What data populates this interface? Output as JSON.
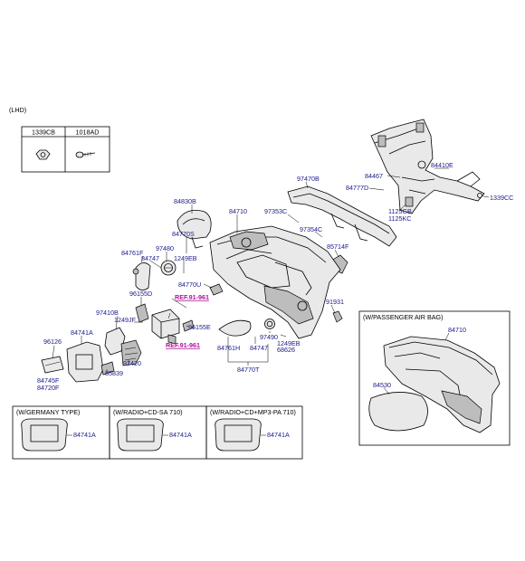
{
  "header": {
    "variant": "(LHD)"
  },
  "fastener_table": {
    "headers": [
      "1339CB",
      "1018AD"
    ]
  },
  "main_labels": {
    "l84410E": "84410E",
    "l84467": "84467",
    "l84777D": "84777D",
    "l1339CC": "1339CC",
    "l1125GB": "1125GB",
    "l1125KC": "1125KC",
    "l97470B": "97470B",
    "l84830B": "84830B",
    "l84710": "84710",
    "l97353C": "97353C",
    "l97354C": "97354C",
    "l85714F": "85714F",
    "l84770S": "84770S",
    "l84761F": "84761F",
    "l97480": "97480",
    "l84747a": "84747",
    "l1249EBa": "1249EB",
    "l84770U": "84770U",
    "l96155D": "96155D",
    "l91931": "91931",
    "l97410B": "97410B",
    "l1249JF": "1249JF",
    "l96155E": "96155E",
    "l84741A": "84741A",
    "l96126": "96126",
    "l84745F": "84745F",
    "l84720F": "84720F",
    "l85839": "85839",
    "l97420": "97420",
    "l84761H": "84761H",
    "l84747b": "84747",
    "l97490": "97490",
    "l1249EBb": "1249EB",
    "l68626": "68626",
    "l84770T": "84770T"
  },
  "refs": {
    "ref1": "REF.91-961",
    "ref2": "REF.91-961"
  },
  "passenger_panel": {
    "title": "(W/PASSENGER AIR BAG)",
    "l84710": "84710",
    "l84530": "84530"
  },
  "variants": [
    {
      "title": "(W/GERMANY TYPE)",
      "part": "84741A"
    },
    {
      "title": "(W/RADIO+CD-SA 710)",
      "part": "84741A"
    },
    {
      "title": "(W/RADIO+CD+MP3-PA 710)",
      "part": "84741A"
    }
  ]
}
